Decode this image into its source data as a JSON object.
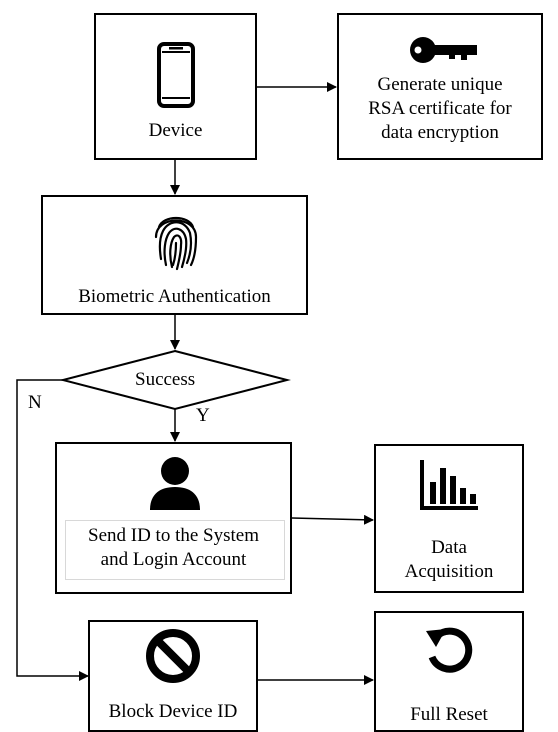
{
  "nodes": {
    "device": {
      "label": "Device",
      "icon": "smartphone-icon"
    },
    "rsa": {
      "label": "Generate unique\nRSA certificate  for\ndata encryption",
      "icon": "key-icon"
    },
    "biometric": {
      "label": "Biometric  Authentication",
      "icon": "fingerprint-icon"
    },
    "decision": {
      "label": "Success"
    },
    "send": {
      "label": "Send ID to the System\nand Login Account",
      "icon": "user-icon"
    },
    "acquisition": {
      "label": "Data\nAcquisition",
      "icon": "bar-chart-icon"
    },
    "block": {
      "label": "Block  Device ID",
      "icon": "block-icon"
    },
    "reset": {
      "label": "Full Reset",
      "icon": "reset-icon"
    }
  },
  "branches": {
    "yes": "Y",
    "no": "N"
  },
  "colors": {
    "stroke": "#000000",
    "background": "#ffffff"
  }
}
